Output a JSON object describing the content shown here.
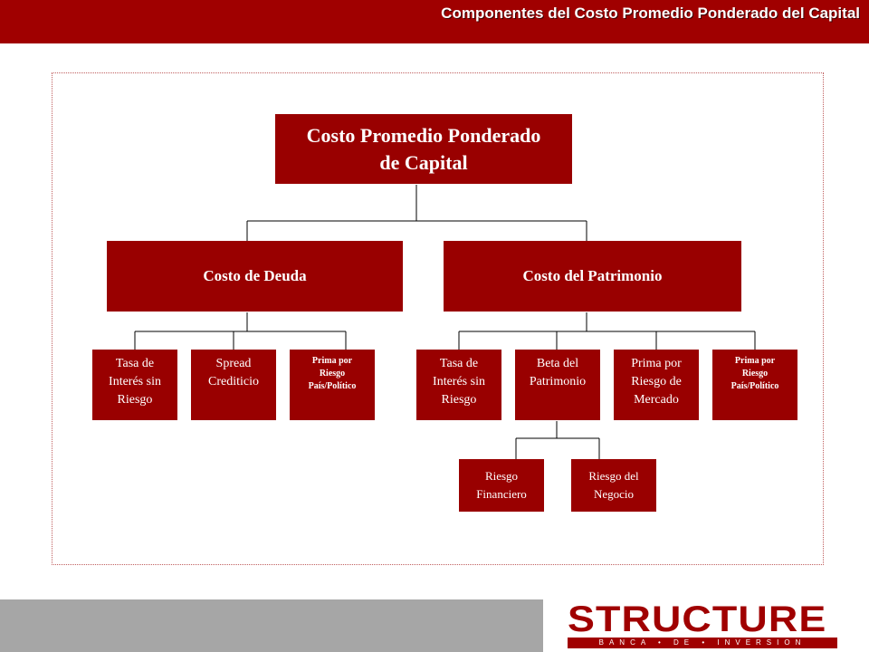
{
  "header": {
    "title": "Componentes del Costo Promedio Ponderado del Capital"
  },
  "diagram": {
    "root": {
      "line1": "Costo Promedio Ponderado",
      "line2": "de Capital"
    },
    "debt": {
      "label": "Costo de Deuda",
      "children": [
        {
          "line1": "Tasa de",
          "line2": "Interés sin",
          "line3": "Riesgo"
        },
        {
          "line1": "Spread",
          "line2": "Crediticio"
        },
        {
          "line1": "Prima por",
          "line2": "Riesgo",
          "line3": "País/Político"
        }
      ]
    },
    "equity": {
      "label": "Costo del Patrimonio",
      "children": [
        {
          "line1": "Tasa de",
          "line2": "Interés sin",
          "line3": "Riesgo"
        },
        {
          "line1": "Beta del",
          "line2": "Patrimonio"
        },
        {
          "line1": "Prima por",
          "line2": "Riesgo de",
          "line3": "Mercado"
        },
        {
          "line1": "Prima por",
          "line2": "Riesgo",
          "line3": "País/Político"
        }
      ],
      "beta_children": [
        {
          "line1": "Riesgo",
          "line2": "Financiero"
        },
        {
          "line1": "Riesgo del",
          "line2": "Negocio"
        }
      ]
    }
  },
  "logo": {
    "word": "STRUCTURE",
    "tagline": "BANCA • DE • INVERSION"
  },
  "colors": {
    "brand": "#a00000",
    "node": "#990000",
    "footer": "#a6a6a6"
  }
}
